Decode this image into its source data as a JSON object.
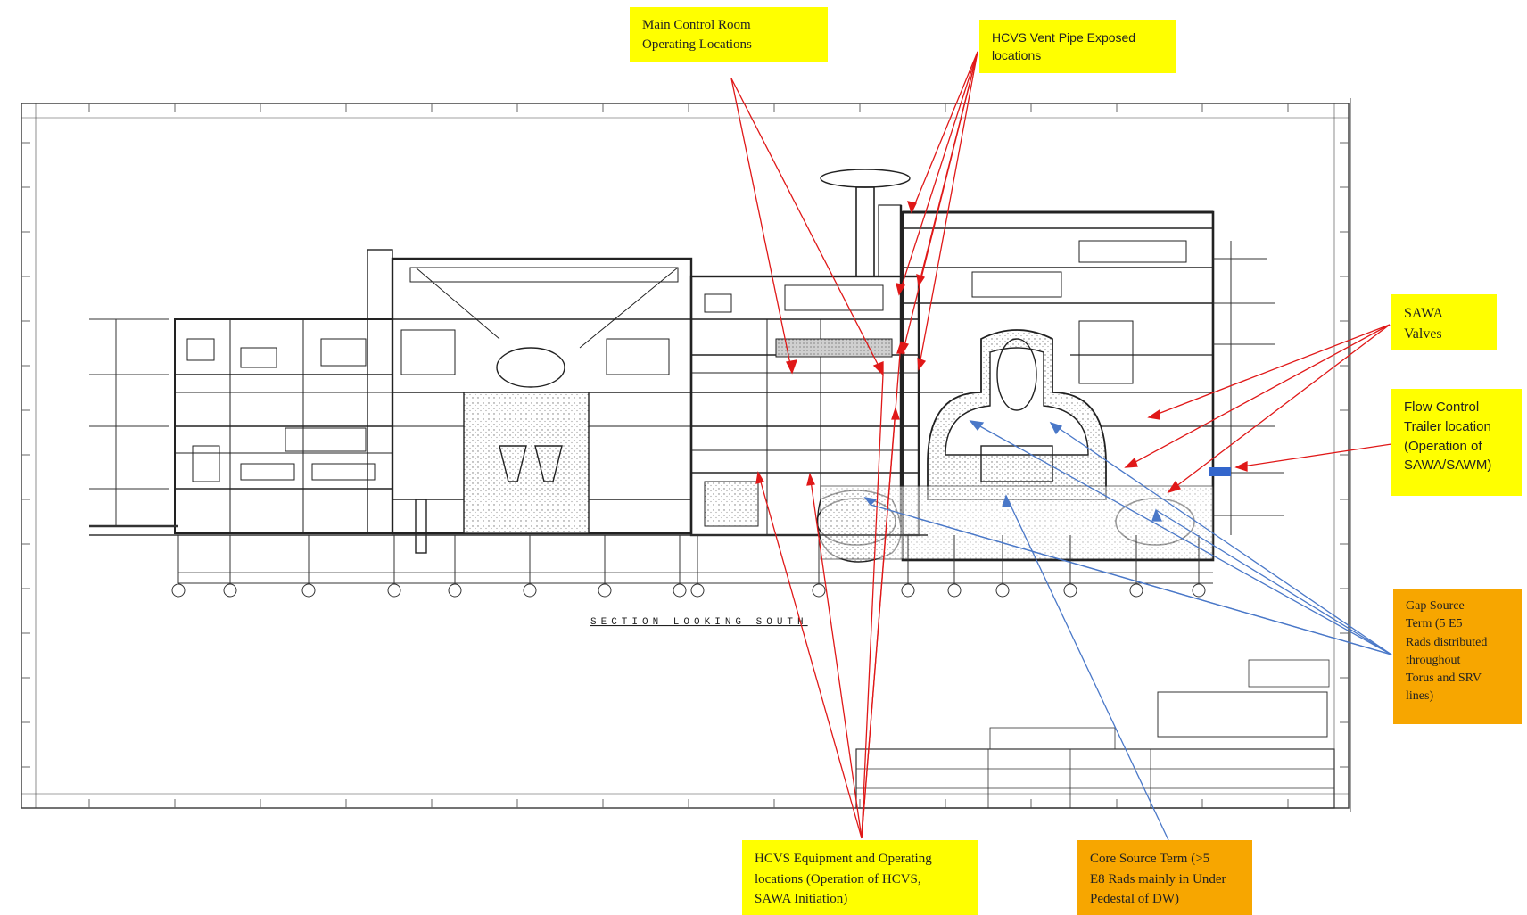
{
  "callouts": {
    "main_control_room": {
      "line1": "Main Control Room",
      "line2": "Operating Locations"
    },
    "hcvs_vent_pipe": {
      "line1": "HCVS Vent Pipe Exposed",
      "line2": "locations"
    },
    "sawa_valves": {
      "line1": "SAWA",
      "line2": "Valves"
    },
    "flow_control_trailer": {
      "line1": "Flow Control",
      "line2": "Trailer location",
      "line3": "(Operation of",
      "line4": "SAWA/SAWM)"
    },
    "gap_source_term": {
      "line1": "Gap Source",
      "line2": "Term (5 E5",
      "line3": "Rads distributed",
      "line4": "throughout",
      "line5": "Torus and SRV",
      "line6": "lines)"
    },
    "hcvs_equipment": {
      "line1": "HCVS  Equipment  and Operating",
      "line2": "locations (Operation of HCVS,",
      "line3": "SAWA Initiation)"
    },
    "core_source_term": {
      "line1": "Core Source Term (>5",
      "line2": "E8 Rads mainly  in Under",
      "line3": "Pedestal of DW)"
    }
  },
  "drawing": {
    "section_label": "SECTION LOOKING SOUTH"
  },
  "colors": {
    "yellow_callout": "#ffff00",
    "orange_callout": "#f7a600",
    "red_leader": "#e01818",
    "blue_leader": "#4a78c8",
    "drawing_ink": "#222222"
  }
}
